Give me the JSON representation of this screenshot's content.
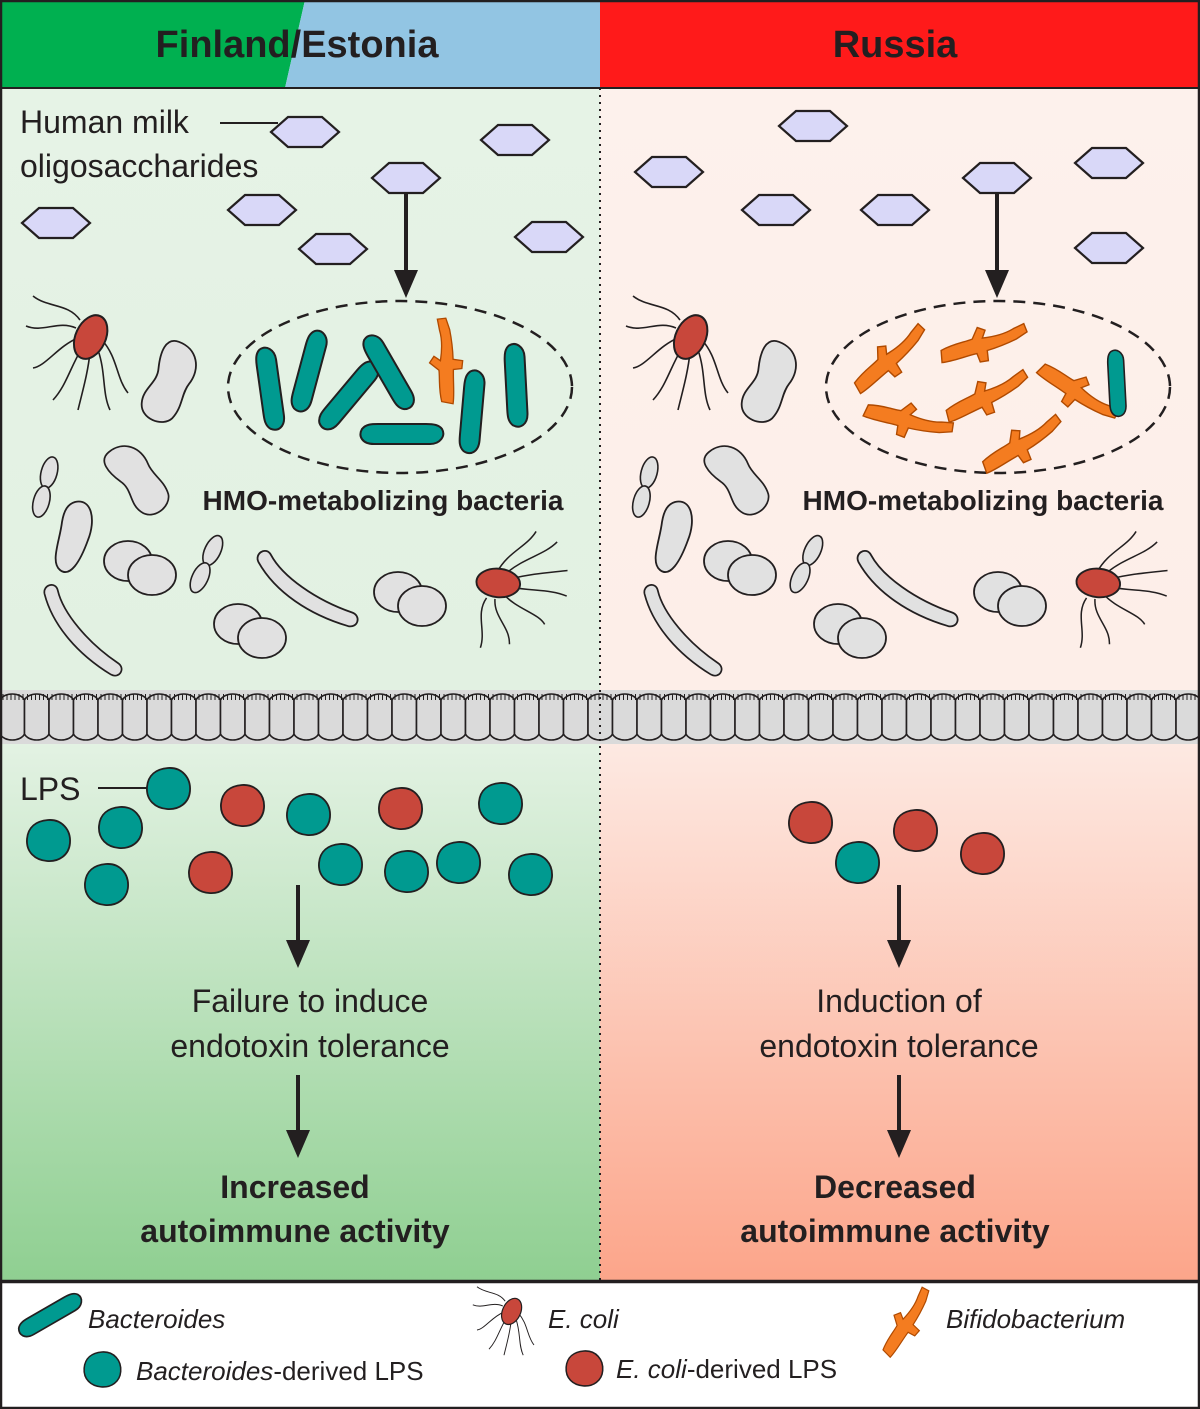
{
  "header": {
    "left_title": "Finland/Estonia",
    "right_title": "Russia"
  },
  "left_panel": {
    "hmo_label_line1": "Human milk",
    "hmo_label_line2": "oligosaccharides",
    "hmo_bacteria_label": "HMO-metabolizing bacteria",
    "lps_label": "LPS",
    "outcome_step1_line1": "Failure to induce",
    "outcome_step1_line2": "endotoxin tolerance",
    "outcome_step2_line1": "Increased",
    "outcome_step2_line2": "autoimmune activity"
  },
  "right_panel": {
    "hmo_bacteria_label": "HMO-metabolizing bacteria",
    "outcome_step1_line1": "Induction of",
    "outcome_step1_line2": "endotoxin tolerance",
    "outcome_step2_line1": "Decreased",
    "outcome_step2_line2": "autoimmune activity"
  },
  "legend": {
    "bacteroides": "Bacteroides",
    "ecoli": "E. coli",
    "bifidobacterium": "Bifidobacterium",
    "bacteroides_lps_italic": "Bacteroides",
    "bacteroides_lps_rest": "-derived LPS",
    "ecoli_lps_italic": "E. coli",
    "ecoli_lps_rest": "-derived LPS"
  },
  "colors": {
    "finland_green": "#00b050",
    "estonia_blue": "#92c5e3",
    "russia_red": "#ff1a1a",
    "bacteroides_teal": "#009a90",
    "ecoli_red": "#c8473b",
    "bifido_orange": "#f47c20",
    "hmo_lavender": "#d9d8f8",
    "commensal_gray": "#e1e1e1"
  }
}
